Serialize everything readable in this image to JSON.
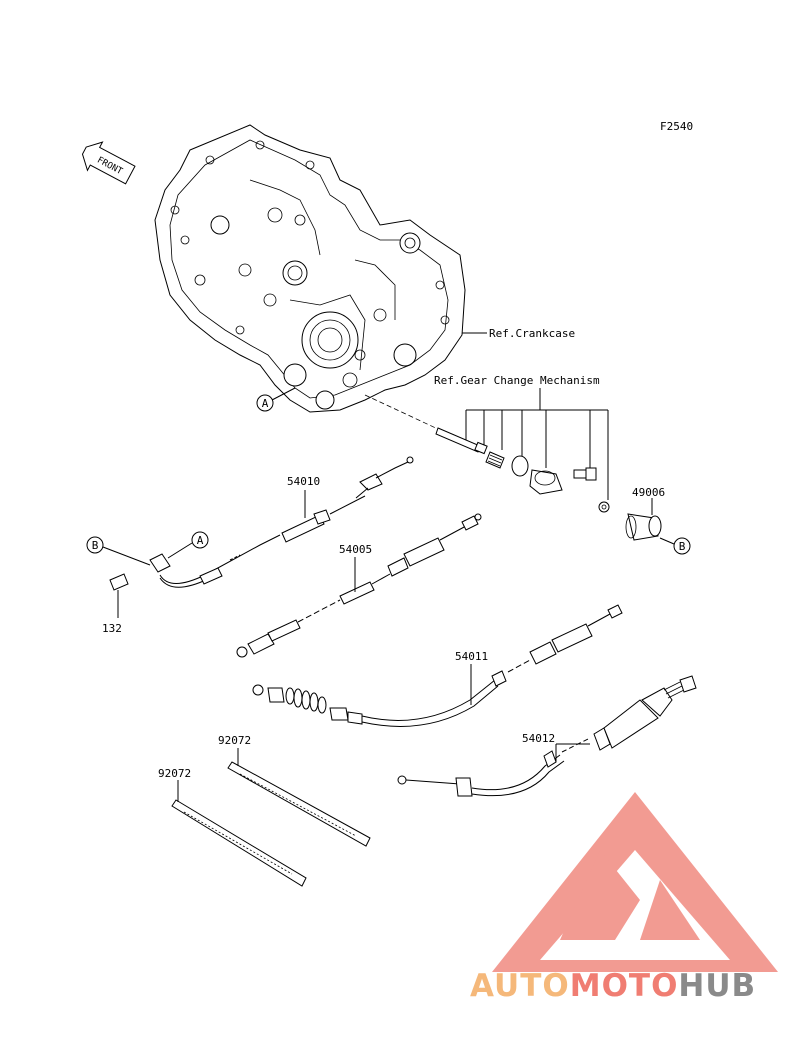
{
  "figure_code": "F2540",
  "front_label": "FRONT",
  "references": {
    "crankcase": "Ref.Crankcase",
    "gear_change": "Ref.Gear Change Mechanism"
  },
  "callouts": {
    "a": "A",
    "b": "B"
  },
  "parts": {
    "p54010": "54010",
    "p54005": "54005",
    "p54011": "54011",
    "p54012": "54012",
    "p49006": "49006",
    "p132": "132",
    "p92072_upper": "92072",
    "p92072_lower": "92072"
  },
  "watermark": {
    "auto": "AUTO",
    "moto": "MOTO",
    "hub": "HUB",
    "color_triangle": "#f08a80",
    "color_auto": "#f5b87a",
    "color_moto": "#f07d72",
    "color_hub": "#8a8a8a"
  }
}
